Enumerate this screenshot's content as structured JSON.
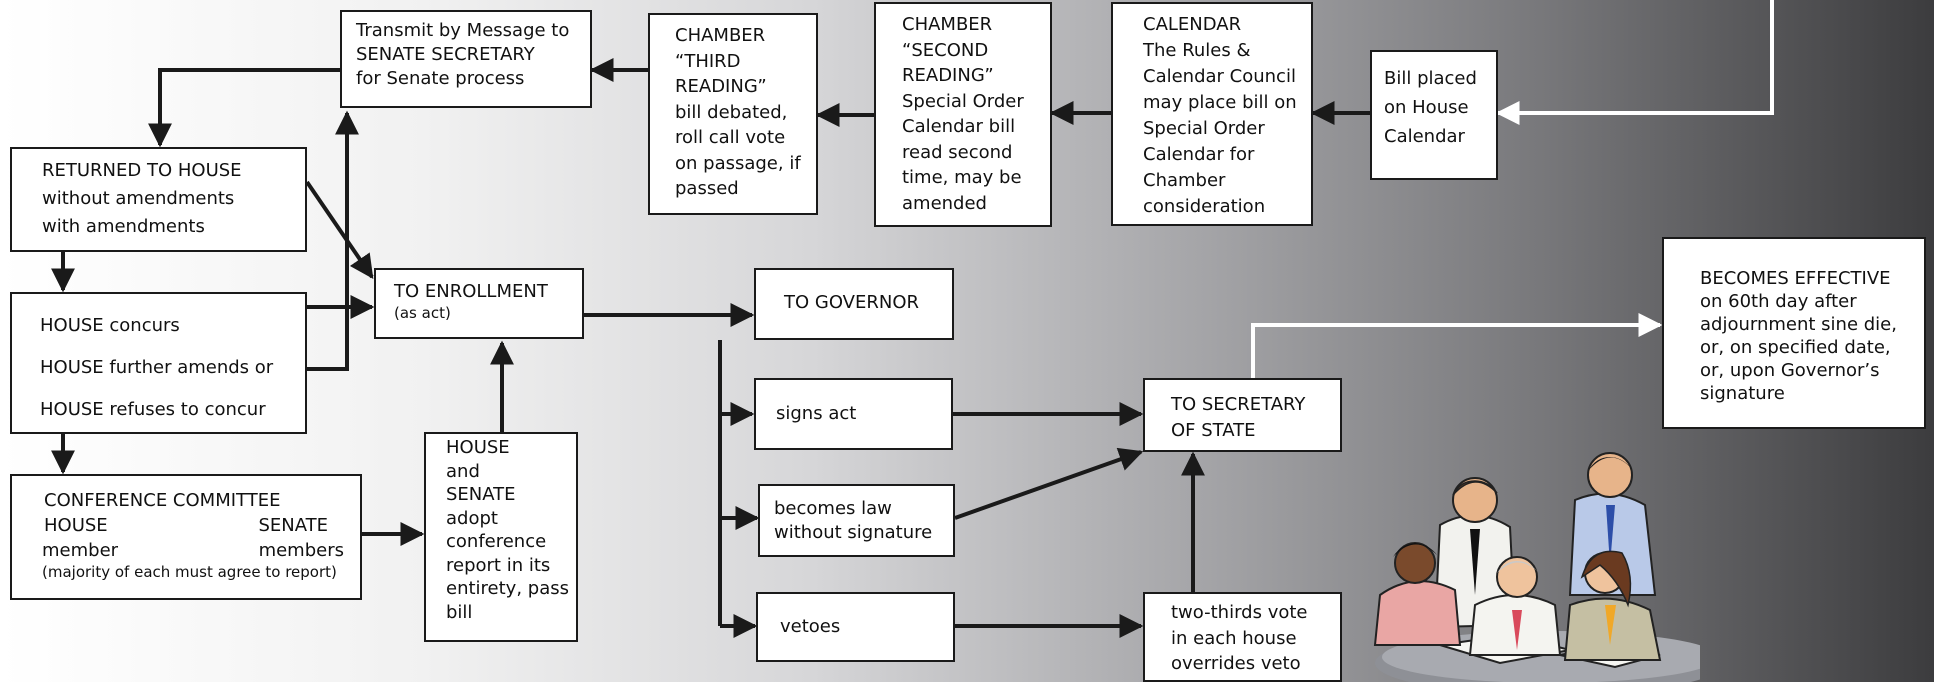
{
  "boxes": {
    "transmit": [
      "Transmit by Message to",
      "SENATE SECRETARY",
      "for Senate process"
    ],
    "third": [
      "CHAMBER",
      "“THIRD",
      "READING”",
      "bill debated,",
      "roll call vote",
      "on passage, if",
      "passed"
    ],
    "second": [
      "CHAMBER",
      "“SECOND",
      "READING”",
      "Special Order",
      "Calendar bill",
      "read second",
      "time, may be",
      "amended"
    ],
    "calendar": [
      "CALENDAR",
      "The Rules &",
      "Calendar Council",
      "may place bill on",
      "Special Order",
      "Calendar for",
      "Chamber",
      "consideration"
    ],
    "placed": [
      "Bill placed",
      "on House",
      "Calendar"
    ],
    "returned": [
      "RETURNED TO HOUSE",
      "without amendments",
      "with amendments"
    ],
    "enrollment": {
      "title": "TO ENROLLMENT",
      "sub": "(as act)"
    },
    "governor": "TO GOVERNOR",
    "effective": [
      "BECOMES EFFECTIVE",
      "on 60th day after",
      "adjournment sine die,",
      "or,  on specified date,",
      "or,  upon Governor’s",
      "signature"
    ],
    "concurs": [
      "HOUSE concurs",
      "HOUSE further amends or",
      "HOUSE refuses to concur"
    ],
    "signs": "signs act",
    "secretary": [
      "TO SECRETARY",
      "OF STATE"
    ],
    "conference": {
      "title": "CONFERENCE COMMITTEE",
      "house": "HOUSE",
      "senate": "SENATE",
      "house_member": "member",
      "senate_members": "members",
      "note": "(majority of each must agree to report)"
    },
    "adopt": [
      "HOUSE",
      "and",
      "SENATE",
      "adopt",
      "conference",
      "report in its",
      "entirety, pass",
      "bill"
    ],
    "without_sig": [
      "becomes law",
      "without signature"
    ],
    "vetoes": "vetoes",
    "override": [
      "two-thirds vote",
      "in each house",
      "overrides veto"
    ]
  },
  "colors": {
    "arrow": "#1a1a1a",
    "white_arrow": "#ffffff",
    "box_fill": "#ffffff",
    "box_border": "#1a1a1a"
  },
  "illustration": "people-working-around-table"
}
